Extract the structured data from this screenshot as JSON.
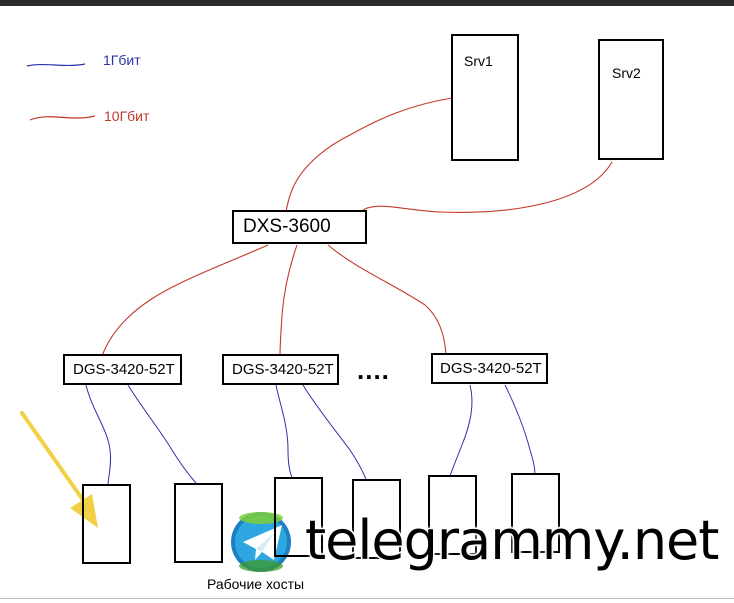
{
  "legend": [
    {
      "label": "1Гбит",
      "color": "#2a34a8"
    },
    {
      "label": "10Гбит",
      "color": "#c0392b"
    }
  ],
  "servers": [
    {
      "id": "srv1",
      "label": "Srv1"
    },
    {
      "id": "srv2",
      "label": "Srv2"
    }
  ],
  "core_switch": {
    "label": "DXS-3600"
  },
  "access_switches": [
    {
      "label": "DGS-3420-52T"
    },
    {
      "label": "DGS-3420-52T"
    },
    {
      "label": "DGS-3420-52T"
    }
  ],
  "ellipsis": "....",
  "hosts_caption": "Рабочие хосты",
  "watermark": "telegrammy.net",
  "colors": {
    "link_1g": "#2a34a8",
    "link_10g": "#c0392b",
    "arrow": "#f2d046"
  },
  "icons": [
    "telegram-logo-icon",
    "pointer-arrow-icon"
  ]
}
